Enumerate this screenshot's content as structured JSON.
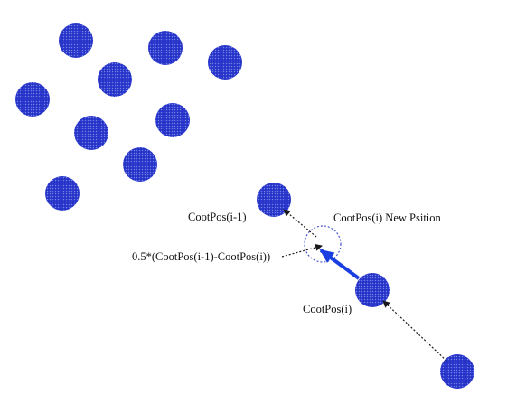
{
  "colors": {
    "coot_fill": "#2733c8",
    "coot_dots": "#6f82e6",
    "arrow_blue": "#1a3fe0",
    "dotted_line": "#1a1a1a",
    "new_position_circle": "#4655c8",
    "background": "#ffffff"
  },
  "labels": {
    "prev_coot": "CootPos(i-1)",
    "new_position": "CootPos(i) New Psition",
    "half_difference": "0.5*(CootPos(i-1)-CootPos(i))",
    "current_coot": "CootPos(i)"
  }
}
